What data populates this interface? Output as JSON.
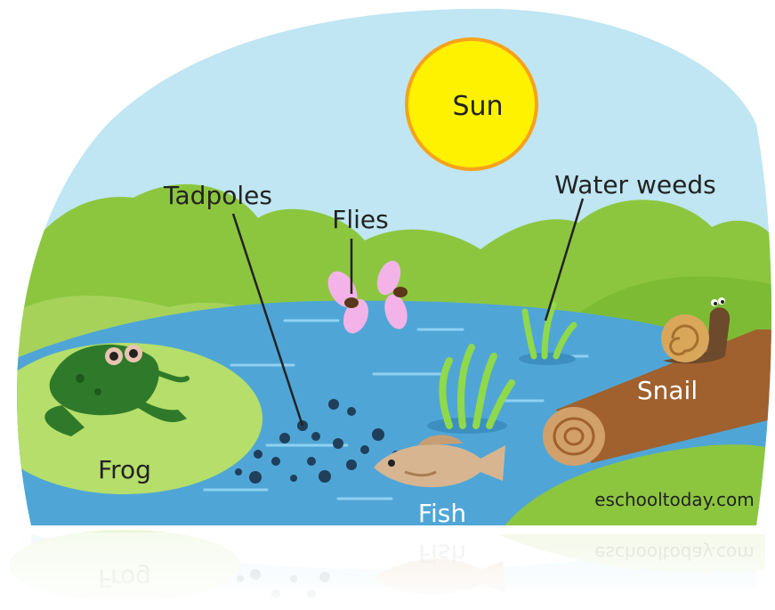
{
  "labels": {
    "sun": "Sun",
    "tadpoles": "Tadpoles",
    "flies": "Flies",
    "water_weeds": "Water weeds",
    "snail": "Snail",
    "frog": "Frog",
    "fish": "Fish"
  },
  "watermark": "eschooltoday.com",
  "colors": {
    "sky": "#bfe6f2",
    "sun_fill": "#fff200",
    "sun_stroke": "#f7a21b",
    "water": "#4fa6d6",
    "grass": "#8cc63f",
    "pad": "#b5de6a",
    "log": "#a0612e",
    "label_dark": "#222222",
    "label_light": "#ffffff"
  }
}
